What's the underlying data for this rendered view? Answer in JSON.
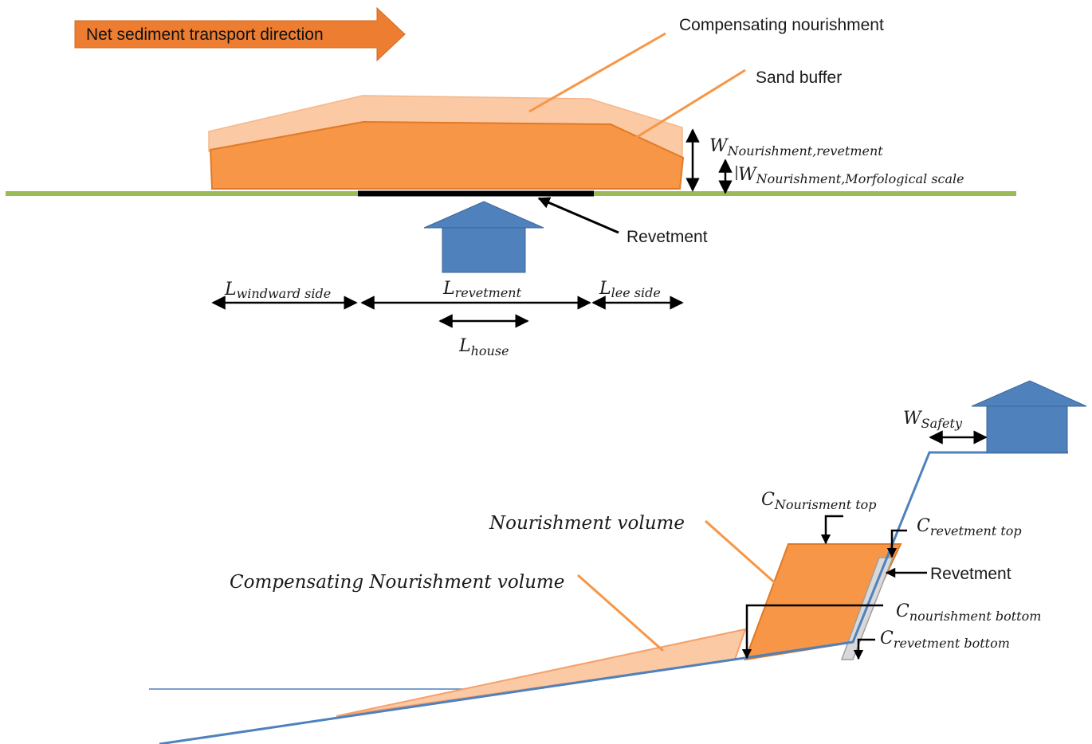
{
  "colors": {
    "orange": "#F79646",
    "orange_dark": "#E07A26",
    "light_orange": "#FBC9A4",
    "blue": "#4F81BD",
    "green": "#9BBB59",
    "arrow_orange": "#ED7D31",
    "grey": "#D9D9D9"
  },
  "plan_view": {
    "transport_banner": "Net sediment transport direction",
    "compensating_nourishment": "Compensating nourishment",
    "sand_buffer": "Sand buffer",
    "revetment": "Revetment",
    "w_nourishment_revetment": {
      "main": "W",
      "sub": "Nourishment,revetment"
    },
    "w_nourishment_morfological": {
      "main": "W",
      "sub": "Nourishment,Morfological scale"
    },
    "l_windward": {
      "main": "L",
      "sub": "windward side"
    },
    "l_revetment": {
      "main": "L",
      "sub": "revetment"
    },
    "l_lee": {
      "main": "L",
      "sub": "lee side"
    },
    "l_house": {
      "main": "L",
      "sub": "house"
    },
    "house_icon": "house-icon"
  },
  "cross_section": {
    "w_safety": {
      "main": "W",
      "sub": "Safety"
    },
    "c_nourisment_top": {
      "main": "C",
      "sub": "Nourisment top"
    },
    "c_revetment_top": {
      "main": "C",
      "sub": "revetment top"
    },
    "nourishment_volume": "Nourishment volume",
    "compensating_volume": "Compensating Nourishment volume",
    "revetment": "Revetment",
    "c_nourishment_bottom": {
      "main": "C",
      "sub": "nourishment bottom"
    },
    "c_revetment_bottom": {
      "main": "C",
      "sub": "revetment bottom"
    },
    "house_icon": "house-icon"
  }
}
